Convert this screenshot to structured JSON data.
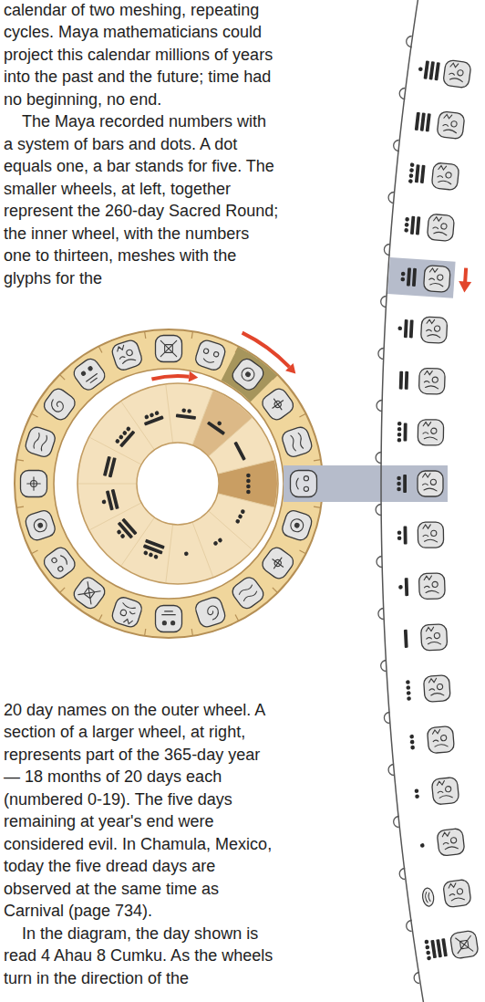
{
  "diagram": {
    "labels": [
      "calendar of two meshing, repeating cycles. Maya mathematicians could project this calendar millions of years into the past and the future; time had no beginning, no end.",
      "The Maya recorded numbers with a system of bars and dots. A dot equals one, a bar stands for five. The smaller wheels, at left, together represent the 260-day Sacred Round; the inner wheel, with the numbers one to thirteen, meshes with the glyphs for the",
      "20 day names on the outer wheel. A section of a larger wheel, at right, represents part of the 365-day year — 18 months of 20 days each (numbered 0-19). The five days remaining at year's end were considered evil. In Chamula, Mexico, today the five dread days are observed at the same time as Carnival (page 734).",
      "In the diagram, the day shown is read 4 Ahau 8 Cumku. As the wheels turn in the direction of the"
    ]
  }
}
